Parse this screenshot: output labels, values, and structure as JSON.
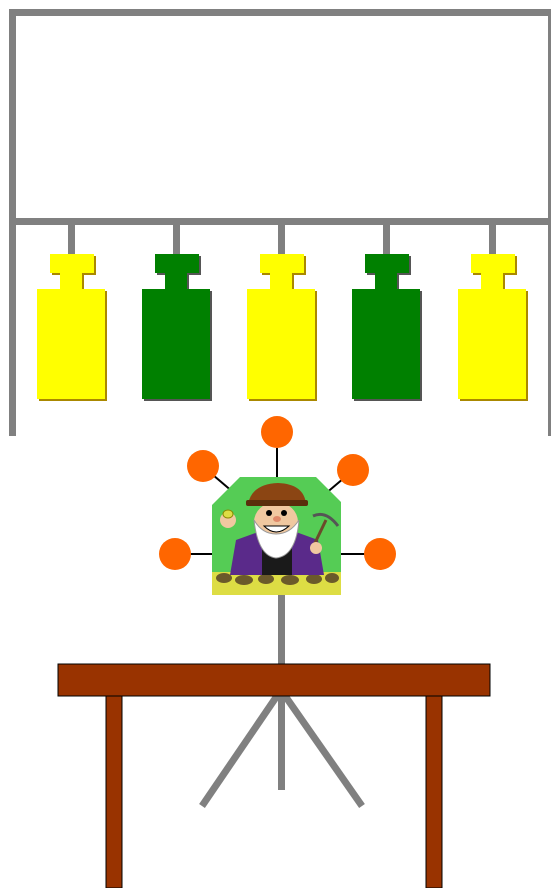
{
  "scene": {
    "colors": {
      "frame": "#808080",
      "background": "#ffffff",
      "table": "#993300",
      "table_outline": "#000000",
      "node": "#ff6600",
      "badge_bg": "#55cc55",
      "badge_ground": "#dddd44"
    }
  },
  "weights": [
    {
      "name": "weight-1",
      "color": "#ffff00",
      "shadow": "#aa8800"
    },
    {
      "name": "weight-2",
      "color": "#008000",
      "shadow": "#555555"
    },
    {
      "name": "weight-3",
      "color": "#ffff00",
      "shadow": "#aa8800"
    },
    {
      "name": "weight-4",
      "color": "#008000",
      "shadow": "#555555"
    },
    {
      "name": "weight-5",
      "color": "#ffff00",
      "shadow": "#aa8800"
    }
  ],
  "nodes": [
    {
      "name": "node-top"
    },
    {
      "name": "node-upper-left"
    },
    {
      "name": "node-upper-right"
    },
    {
      "name": "node-left"
    },
    {
      "name": "node-right"
    }
  ],
  "character": {
    "icon": "miner-with-pickaxe-icon"
  }
}
